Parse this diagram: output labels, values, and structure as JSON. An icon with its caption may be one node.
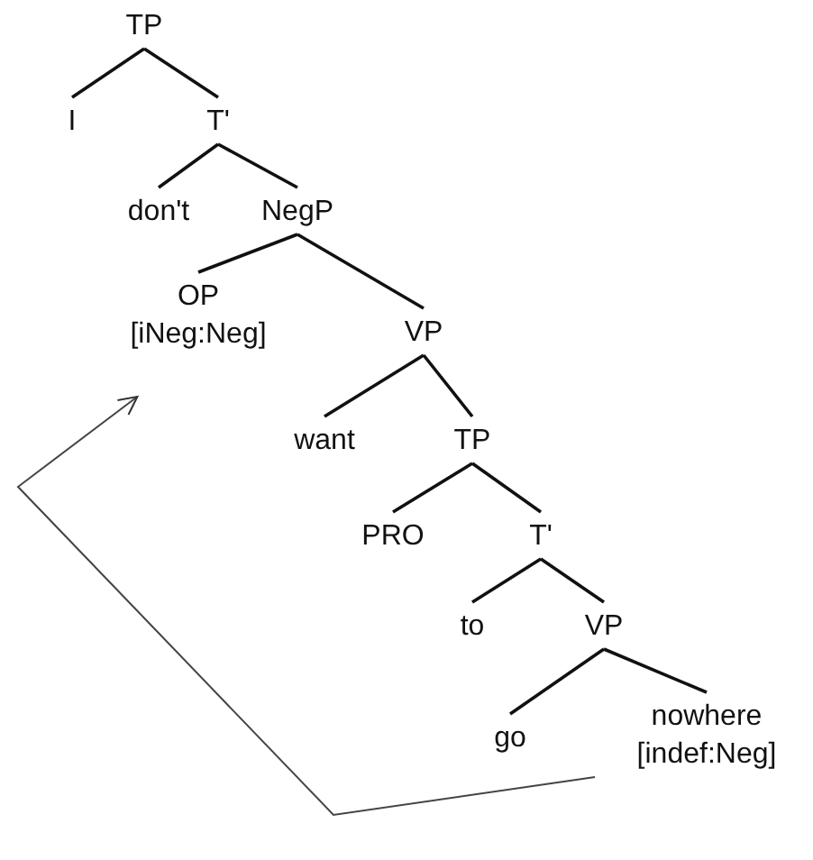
{
  "diagram": {
    "nodes": [
      {
        "text": [
          "TP"
        ]
      },
      {
        "text": [
          "I"
        ]
      },
      {
        "text": [
          "T'"
        ]
      },
      {
        "text": [
          "don't"
        ]
      },
      {
        "text": [
          "NegP"
        ]
      },
      {
        "text": [
          "OP",
          "[iNeg:Neg]"
        ]
      },
      {
        "text": [
          "VP"
        ]
      },
      {
        "text": [
          "want"
        ]
      },
      {
        "text": [
          "TP"
        ]
      },
      {
        "text": [
          "PRO"
        ]
      },
      {
        "text": [
          "T'"
        ]
      },
      {
        "text": [
          "to"
        ]
      },
      {
        "text": [
          "VP"
        ]
      },
      {
        "text": [
          "go"
        ]
      },
      {
        "text": [
          "nowhere",
          "[indef:Neg]"
        ]
      }
    ],
    "edges": [
      {
        "from": 0,
        "to": 1,
        "arrow": "none"
      },
      {
        "from": 0,
        "to": 2,
        "arrow": "none"
      },
      {
        "from": 2,
        "to": 3,
        "arrow": "none"
      },
      {
        "from": 2,
        "to": 4,
        "arrow": "none"
      },
      {
        "from": 4,
        "to": 5,
        "arrow": "none"
      },
      {
        "from": 4,
        "to": 6,
        "arrow": "none"
      },
      {
        "from": 6,
        "to": 7,
        "arrow": "none"
      },
      {
        "from": 6,
        "to": 8,
        "arrow": "none"
      },
      {
        "from": 8,
        "to": 9,
        "arrow": "none"
      },
      {
        "from": 8,
        "to": 10,
        "arrow": "none"
      },
      {
        "from": 10,
        "to": 11,
        "arrow": "none"
      },
      {
        "from": 10,
        "to": 12,
        "arrow": "none"
      },
      {
        "from": 12,
        "to": 13,
        "arrow": "none"
      },
      {
        "from": 12,
        "to": 14,
        "arrow": "none"
      },
      {
        "from": 14,
        "to": 5,
        "arrow": "to"
      }
    ]
  }
}
